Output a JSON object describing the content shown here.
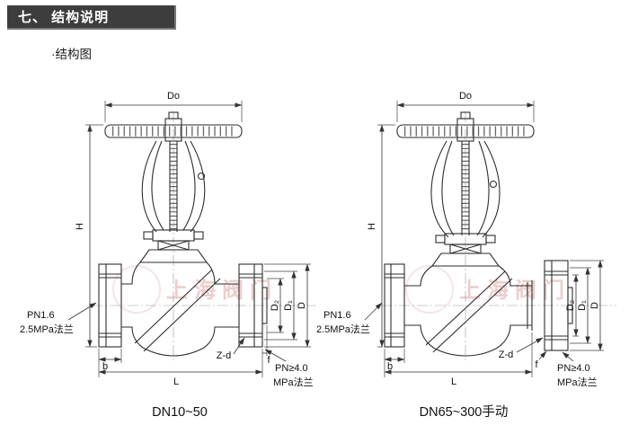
{
  "header": {
    "title": "七、 结构说明"
  },
  "subtitle": "·结构图",
  "watermark": {
    "text": "上海阀门"
  },
  "labels": {
    "do": "Do",
    "h": "H",
    "l": "L",
    "b": "b",
    "f": "f",
    "zd": "Z-d",
    "d": "D",
    "d1": "D₁",
    "d2": "D₂",
    "pn16_line1": "PN1.6",
    "pn16_line2": "2.5MPa法兰",
    "pn40_line1": "PN≥4.0",
    "pn40_line2": "MPa法兰"
  },
  "captions": {
    "left": "DN10~50",
    "right": "DN65~300手动"
  }
}
